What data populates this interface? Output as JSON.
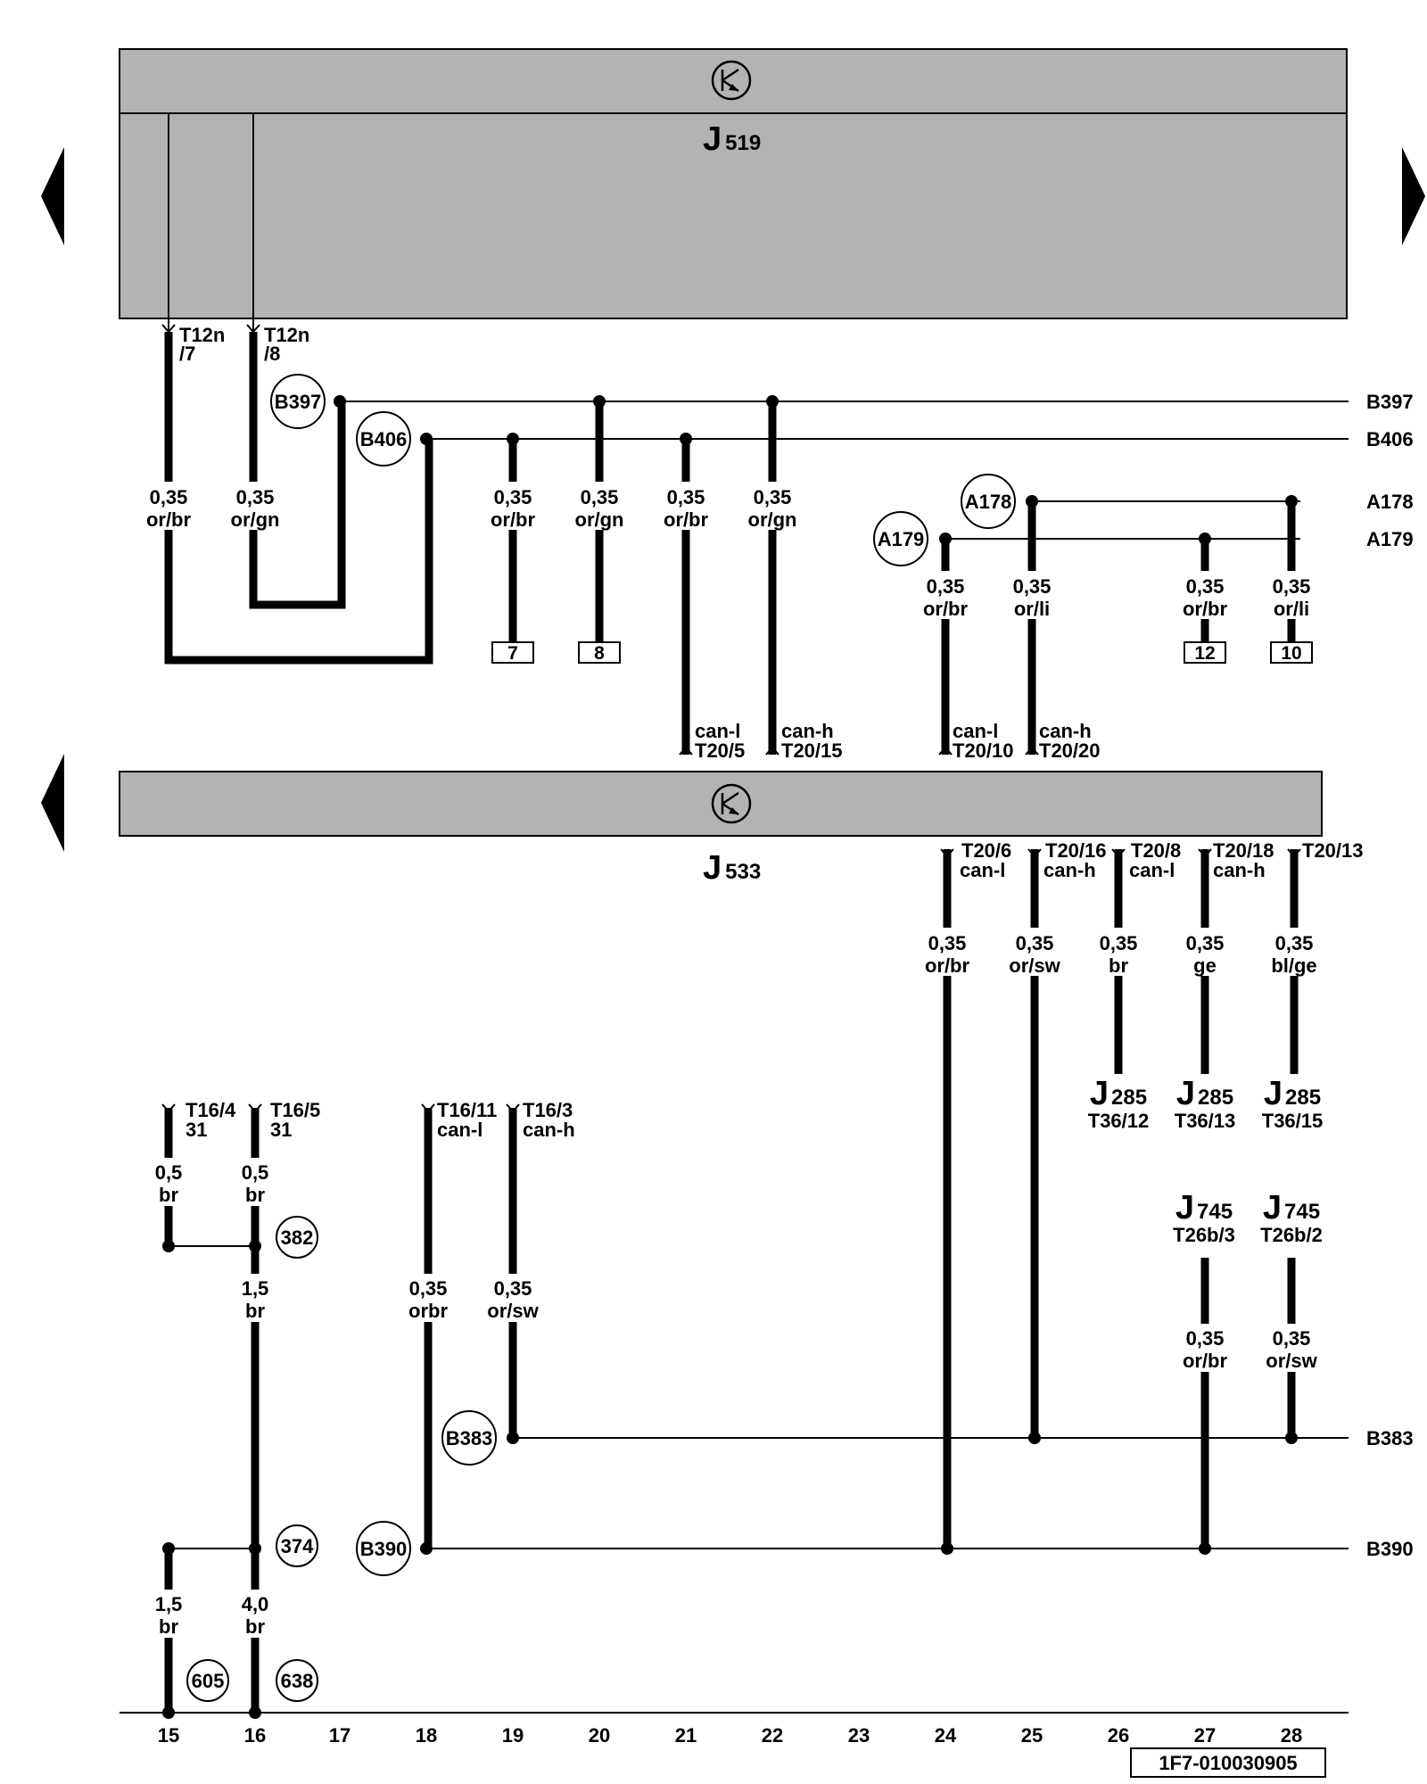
{
  "components": {
    "j519": {
      "letter": "J",
      "number": "519"
    },
    "j533": {
      "letter": "J",
      "number": "533"
    },
    "j285": [
      {
        "letter": "J",
        "number": "285",
        "pin": "T36/12"
      },
      {
        "letter": "J",
        "number": "285",
        "pin": "T36/13"
      },
      {
        "letter": "J",
        "number": "285",
        "pin": "T36/15"
      }
    ],
    "j745": [
      {
        "letter": "J",
        "number": "745",
        "pin": "T26b/3"
      },
      {
        "letter": "J",
        "number": "745",
        "pin": "T26b/2"
      }
    ]
  },
  "icons": {
    "component_symbol": "transistor-circle-icon",
    "nav_left": "arrow-left-icon",
    "nav_right": "arrow-right-icon"
  },
  "connectors_j519": [
    {
      "l1": "T12n",
      "l2": "/7"
    },
    {
      "l1": "T12n",
      "l2": "/8"
    }
  ],
  "connectors_j533_top": [
    {
      "l1": "can-l",
      "l2": "T20/5"
    },
    {
      "l1": "can-h",
      "l2": "T20/15"
    },
    {
      "l1": "can-l",
      "l2": "T20/10"
    },
    {
      "l1": "can-h",
      "l2": "T20/20"
    }
  ],
  "connectors_j533_bottom": [
    {
      "l1": "T20/6",
      "l2": "can-l"
    },
    {
      "l1": "T20/16",
      "l2": "can-h"
    },
    {
      "l1": "T20/8",
      "l2": "can-l"
    },
    {
      "l1": "T20/18",
      "l2": "can-h"
    },
    {
      "l1": "T20/13",
      "l2": ""
    }
  ],
  "connectors_t16": [
    {
      "l1": "T16/4",
      "l2": "31"
    },
    {
      "l1": "T16/5",
      "l2": "31"
    },
    {
      "l1": "T16/11",
      "l2": "can-l"
    },
    {
      "l1": "T16/3",
      "l2": "can-h"
    }
  ],
  "wires": [
    {
      "size": "0,35",
      "color": "or/br"
    },
    {
      "size": "0,35",
      "color": "or/gn"
    },
    {
      "size": "0,35",
      "color": "or/br"
    },
    {
      "size": "0,35",
      "color": "or/gn"
    },
    {
      "size": "0,35",
      "color": "or/br"
    },
    {
      "size": "0,35",
      "color": "or/gn"
    },
    {
      "size": "0,35",
      "color": "or/br"
    },
    {
      "size": "0,35",
      "color": "or/li"
    },
    {
      "size": "0,35",
      "color": "or/br"
    },
    {
      "size": "0,35",
      "color": "or/li"
    },
    {
      "size": "0,35",
      "color": "or/br"
    },
    {
      "size": "0,35",
      "color": "or/sw"
    },
    {
      "size": "0,35",
      "color": "br"
    },
    {
      "size": "0,35",
      "color": "ge"
    },
    {
      "size": "0,35",
      "color": "bl/ge"
    },
    {
      "size": "0,5",
      "color": "br"
    },
    {
      "size": "0,5",
      "color": "br"
    },
    {
      "size": "1,5",
      "color": "br"
    },
    {
      "size": "0,35",
      "color": "orbr"
    },
    {
      "size": "0,35",
      "color": "or/sw"
    },
    {
      "size": "0,35",
      "color": "or/br"
    },
    {
      "size": "0,35",
      "color": "or/sw"
    },
    {
      "size": "1,5",
      "color": "br"
    },
    {
      "size": "4,0",
      "color": "br"
    }
  ],
  "circles": [
    "B397",
    "B406",
    "A178",
    "A179",
    "382",
    "B383",
    "374",
    "B390",
    "605",
    "638"
  ],
  "bus_labels": [
    "B397",
    "B406",
    "A178",
    "A179",
    "B383",
    "B390"
  ],
  "box_refs": [
    "7",
    "8",
    "12",
    "10"
  ],
  "columns": [
    "15",
    "16",
    "17",
    "18",
    "19",
    "20",
    "21",
    "22",
    "23",
    "24",
    "25",
    "26",
    "27",
    "28"
  ],
  "doc_id": "1F7-010030905",
  "colors": {
    "panel": "#b3b3b3",
    "line": "#000000",
    "background": "#ffffff"
  }
}
